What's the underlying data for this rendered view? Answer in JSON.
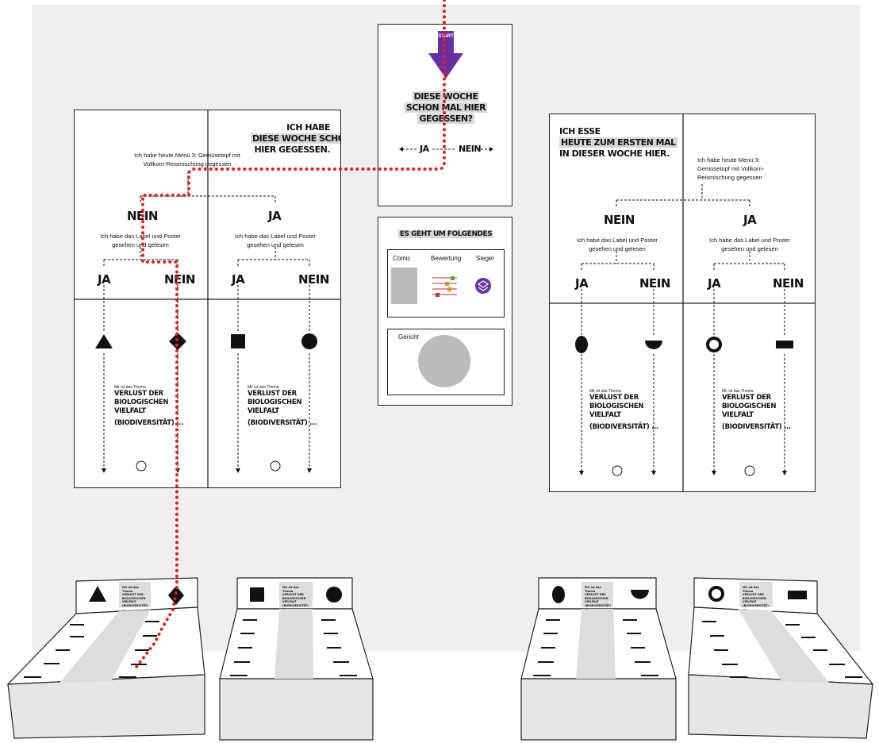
{
  "start_panel": {
    "start_label": "START",
    "question_line1": "DIESE WOCHE",
    "question_line2": "SCHON MAL HIER",
    "question_line3": "GEGESSEN?",
    "yes": "JA",
    "no": "NEIN"
  },
  "topic_panel": {
    "title": "ES GEHT UM FOLGENDES",
    "comic": "Comic",
    "rating": "Bewertung",
    "seal": "Siegel",
    "dish": "Gericht"
  },
  "poster_left": {
    "fine_print": "",
    "header_line1": "ICH HABE",
    "header_line2": "DIESE WOCHE SCHON",
    "header_line3": "HIER GEGESSEN.",
    "menu_text": "Ich habe heute Menü 3: Gemüsetopf mit Vollkorn-Reismischung gegessen",
    "no": "NEIN",
    "yes": "JA",
    "label_text": "Ich habe das Label und Poster gesehen und gelesen",
    "topic_sub": "Mir ist das Thema",
    "topic_line1": "VERLUST DER",
    "topic_line2": "BIOLOGISCHEN",
    "topic_line3": "VIELFALT",
    "topic_line4": "(BIODIVERSITÄT) ..."
  },
  "poster_right": {
    "header_line1": "ICH ESSE",
    "header_line2": "HEUTE ZUM ERSTEN MAL",
    "header_line3": "IN DIESER WOCHE HIER.",
    "menu_text": "Ich habe heute Menü 3: Gemüsetopf mit Vollkorn-Reismischung gegessen",
    "no": "NEIN",
    "yes": "JA",
    "label_text": "Ich habe das Label und Poster gesehen und gelesen",
    "topic_sub": "Mir ist das Thema",
    "topic_line1": "VERLUST DER",
    "topic_line2": "BIOLOGISCHEN",
    "topic_line3": "VIELFALT",
    "topic_line4": "(BIODIVERSITÄT) ..."
  },
  "desks": {
    "head_sub": "Mir ist das Thema",
    "head_title": "VERLUST DER BIOLOGISCHEN VIELFALT (BIODIVERSITÄT) ..."
  },
  "colors": {
    "path_red": "#e02020",
    "start_purple": "#6a2fa0",
    "gray_box": "#bbbbbb",
    "wall": "#efefef"
  }
}
